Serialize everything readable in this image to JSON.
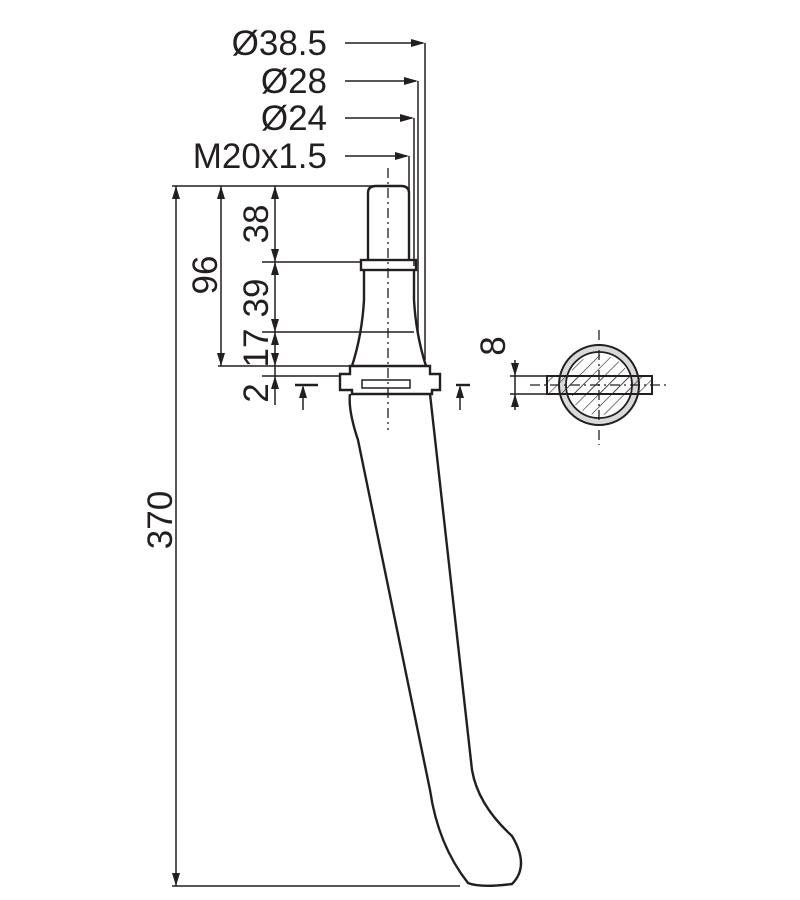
{
  "drawing": {
    "callouts": {
      "d1": "Ø38.5",
      "d2": "Ø28",
      "d3": "Ø24",
      "thread": "M20x1.5"
    },
    "dimensions": {
      "seg_38": "38",
      "seg_39": "39",
      "seg_17": "17",
      "seg_2": "2",
      "total_96": "96",
      "total_370": "370",
      "section_thickness": "8"
    },
    "colors": {
      "ink": "#231f20",
      "ring_fill": "#d9d9d9"
    }
  }
}
